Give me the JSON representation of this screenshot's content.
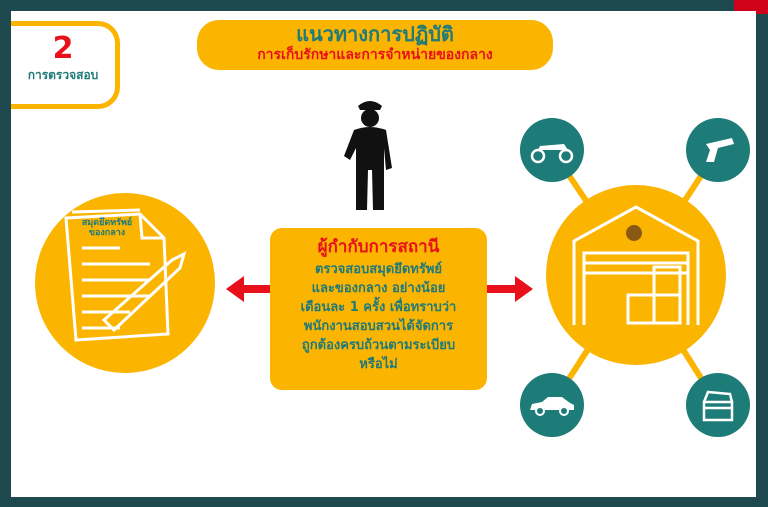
{
  "badge": {
    "number": "2",
    "label": "การตรวจสอบ"
  },
  "title": {
    "main": "แนวทางการปฏิบัติ",
    "sub": "การเก็บรักษาและการจำหน่ายของกลาง"
  },
  "document": {
    "label_line1": "สมุดยึดทรัพย์",
    "label_line2": "ของกลาง"
  },
  "center": {
    "heading": "ผู้กำกับการสถานี",
    "lines": [
      "ตรวจสอบสมุดยึดทรัพย์",
      "และของกลาง อย่างน้อย",
      "เดือนละ 1 ครั้ง เพื่อทราบว่า",
      "พนักงานสอบสวนได้จัดการ",
      "ถูกต้องครบถ้วนตามระเบียบ",
      "หรือไม่"
    ]
  },
  "colors": {
    "frame": "#1e4a4f",
    "orange": "#fbb400",
    "teal": "#1d7b78",
    "red": "#e8101a"
  }
}
